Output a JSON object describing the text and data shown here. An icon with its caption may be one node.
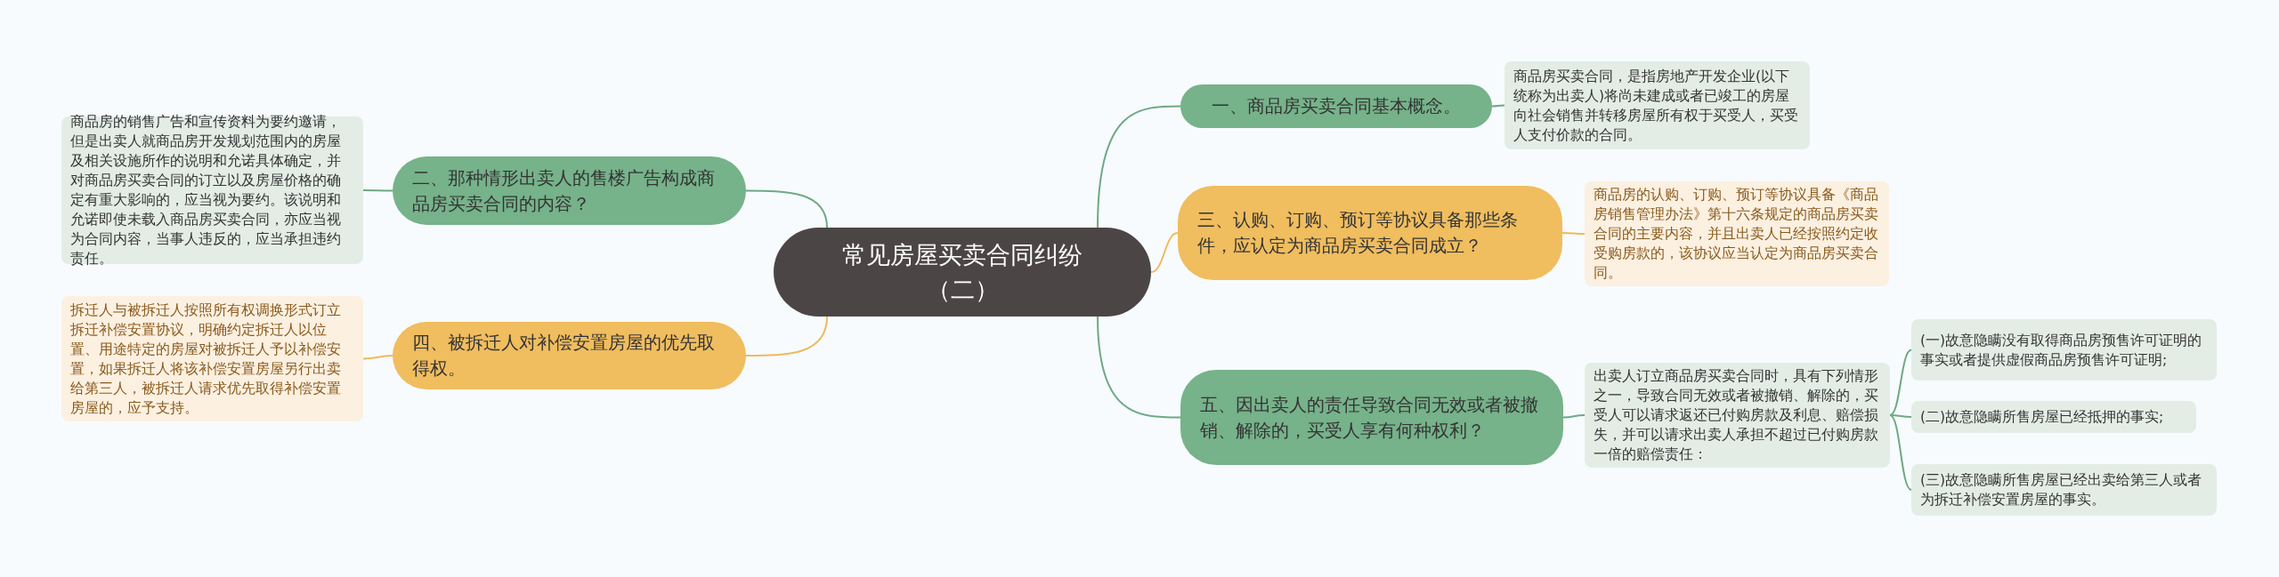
{
  "diagram": {
    "nodes": [
      {
        "text": [
          "常见房屋买卖合同纠纷（二）"
        ]
      },
      {
        "text": [
          "一、商品房买卖合同基本概念。"
        ]
      },
      {
        "text": [
          "商品房买卖合同，是指房地产开发企业(以下统称为出卖人)将尚未建成或者已竣工的房屋向社会销售并转移房屋所有权于买受人，买受人支付价款的合同。"
        ]
      },
      {
        "text": [
          "三、认购、订购、预订等协议具备那些条件，应认定为商品房买卖合同成立？"
        ]
      },
      {
        "text": [
          "商品房的认购、订购、预订等协议具备《商品房销售管理办法》第十六条规定的商品房买卖合同的主要内容，并且出卖人已经按照约定收受购房款的，该协议应当认定为商品房买卖合同。"
        ]
      },
      {
        "text": [
          "五、因出卖人的责任导致合同无效或者被撤销、解除的，买受人享有何种权利？"
        ]
      },
      {
        "text": [
          "出卖人订立商品房买卖合同时，具有下列情形之一，导致合同无效或者被撤销、解除的，买受人可以请求返还已付购房款及利息、赔偿损失，并可以请求出卖人承担不超过已付购房款一倍的赔偿责任："
        ]
      },
      {
        "text": [
          "(一)故意隐瞒没有取得商品房预售许可证明的事实或者提供虚假商品房预售许可证明;"
        ]
      },
      {
        "text": [
          "(二)故意隐瞒所售房屋已经抵押的事实;"
        ]
      },
      {
        "text": [
          "(三)故意隐瞒所售房屋已经出卖给第三人或者为拆迁补偿安置房屋的事实。"
        ]
      },
      {
        "text": [
          "二、那种情形出卖人的售楼广告构成商品房买卖合同的内容？"
        ]
      },
      {
        "text": [
          "商品房的销售广告和宣传资料为要约邀请，但是出卖人就商品房开发规划范围内的房屋及相关设施所作的说明和允诺具体确定，并对商品房买卖合同的订立以及房屋价格的确定有重大影响的，应当视为要约。该说明和允诺即使未载入商品房买卖合同，亦应当视为合同内容，当事人违反的，应当承担违约责任。"
        ]
      },
      {
        "text": [
          "四、被拆迁人对补偿安置房屋的优先取得权。"
        ]
      },
      {
        "text": [
          "拆迁人与被拆迁人按照所有权调换形式订立拆迁补偿安置协议，明确约定拆迁人以位置、用途特定的房屋对被拆迁人予以补偿安置，如果拆迁人将该补偿安置房屋另行出卖给第三人，被拆迁人请求优先取得补偿安置房屋的，应予支持。"
        ]
      }
    ],
    "edges": [
      {
        "from": 0,
        "to": 1,
        "arrow": "none"
      },
      {
        "from": 1,
        "to": 2,
        "arrow": "none"
      },
      {
        "from": 0,
        "to": 3,
        "arrow": "none",
        "color": "#f0b860"
      },
      {
        "from": 3,
        "to": 4,
        "arrow": "none",
        "color": "#f0b860"
      },
      {
        "from": 0,
        "to": 5,
        "arrow": "none"
      },
      {
        "from": 5,
        "to": 6,
        "arrow": "none"
      },
      {
        "from": 6,
        "to": 7,
        "arrow": "none"
      },
      {
        "from": 6,
        "to": 8,
        "arrow": "none"
      },
      {
        "from": 6,
        "to": 9,
        "arrow": "none"
      },
      {
        "from": 0,
        "to": 10,
        "arrow": "none"
      },
      {
        "from": 10,
        "to": 11,
        "arrow": "none"
      },
      {
        "from": 0,
        "to": 12,
        "arrow": "none",
        "color": "#f0b860"
      },
      {
        "from": 12,
        "to": 13,
        "arrow": "none",
        "color": "#f0b860"
      }
    ]
  }
}
